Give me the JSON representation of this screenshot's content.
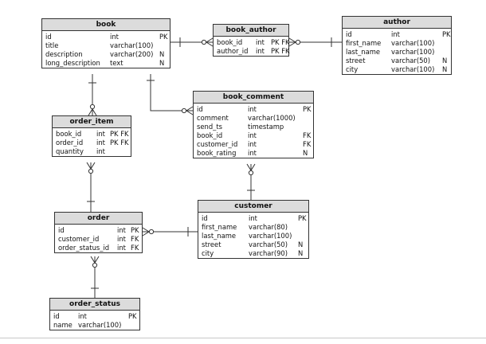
{
  "entities": {
    "book": {
      "name": "book",
      "columns": [
        {
          "name": "id",
          "type": "int",
          "key": "PK"
        },
        {
          "name": "title",
          "type": "varchar(100)",
          "key": ""
        },
        {
          "name": "description",
          "type": "varchar(200)",
          "key": "N"
        },
        {
          "name": "long_description",
          "type": "text",
          "key": "N"
        }
      ]
    },
    "book_author": {
      "name": "book_author",
      "columns": [
        {
          "name": "book_id",
          "type": "int",
          "key": "PK FK"
        },
        {
          "name": "author_id",
          "type": "int",
          "key": "PK FK"
        }
      ]
    },
    "author": {
      "name": "author",
      "columns": [
        {
          "name": "id",
          "type": "int",
          "key": "PK"
        },
        {
          "name": "first_name",
          "type": "varchar(100)",
          "key": ""
        },
        {
          "name": "last_name",
          "type": "varchar(100)",
          "key": ""
        },
        {
          "name": "street",
          "type": "varchar(50)",
          "key": "N"
        },
        {
          "name": "city",
          "type": "varchar(100)",
          "key": "N"
        }
      ]
    },
    "book_comment": {
      "name": "book_comment",
      "columns": [
        {
          "name": "id",
          "type": "int",
          "key": "PK"
        },
        {
          "name": "comment",
          "type": "varchar(1000)",
          "key": ""
        },
        {
          "name": "send_ts",
          "type": "timestamp",
          "key": ""
        },
        {
          "name": "book_id",
          "type": "int",
          "key": "FK"
        },
        {
          "name": "customer_id",
          "type": "int",
          "key": "FK"
        },
        {
          "name": "book_rating",
          "type": "int",
          "key": "N"
        }
      ]
    },
    "order_item": {
      "name": "order_item",
      "columns": [
        {
          "name": "book_id",
          "type": "int",
          "key": "PK FK"
        },
        {
          "name": "order_id",
          "type": "int",
          "key": "PK FK"
        },
        {
          "name": "quantity",
          "type": "int",
          "key": ""
        }
      ]
    },
    "customer": {
      "name": "customer",
      "columns": [
        {
          "name": "id",
          "type": "int",
          "key": "PK"
        },
        {
          "name": "first_name",
          "type": "varchar(80)",
          "key": ""
        },
        {
          "name": "last_name",
          "type": "varchar(100)",
          "key": ""
        },
        {
          "name": "street",
          "type": "varchar(50)",
          "key": "N"
        },
        {
          "name": "city",
          "type": "varchar(90)",
          "key": "N"
        }
      ]
    },
    "order": {
      "name": "order",
      "columns": [
        {
          "name": "id",
          "type": "int",
          "key": "PK"
        },
        {
          "name": "customer_id",
          "type": "int",
          "key": "FK"
        },
        {
          "name": "order_status_id",
          "type": "int",
          "key": "FK"
        }
      ]
    },
    "order_status": {
      "name": "order_status",
      "columns": [
        {
          "name": "id",
          "type": "int",
          "key": "PK"
        },
        {
          "name": "name",
          "type": "varchar(100)",
          "key": ""
        }
      ]
    }
  },
  "relationships": [
    {
      "from": "book",
      "from_end": "one",
      "to": "book_author",
      "to_end": "zero-or-many"
    },
    {
      "from": "author",
      "from_end": "one",
      "to": "book_author",
      "to_end": "zero-or-many"
    },
    {
      "from": "book",
      "from_end": "one",
      "to": "book_comment",
      "to_end": "zero-or-many"
    },
    {
      "from": "book",
      "from_end": "one",
      "to": "order_item",
      "to_end": "zero-or-many"
    },
    {
      "from": "order",
      "from_end": "one",
      "to": "order_item",
      "to_end": "zero-or-many"
    },
    {
      "from": "customer",
      "from_end": "one",
      "to": "book_comment",
      "to_end": "zero-or-many"
    },
    {
      "from": "customer",
      "from_end": "one",
      "to": "order",
      "to_end": "zero-or-many"
    },
    {
      "from": "order_status",
      "from_end": "one",
      "to": "order",
      "to_end": "zero-or-many"
    }
  ],
  "colors": {
    "header": "#dcdcdc",
    "border": "#333333",
    "line": "#333333",
    "background": "#ffffff"
  }
}
